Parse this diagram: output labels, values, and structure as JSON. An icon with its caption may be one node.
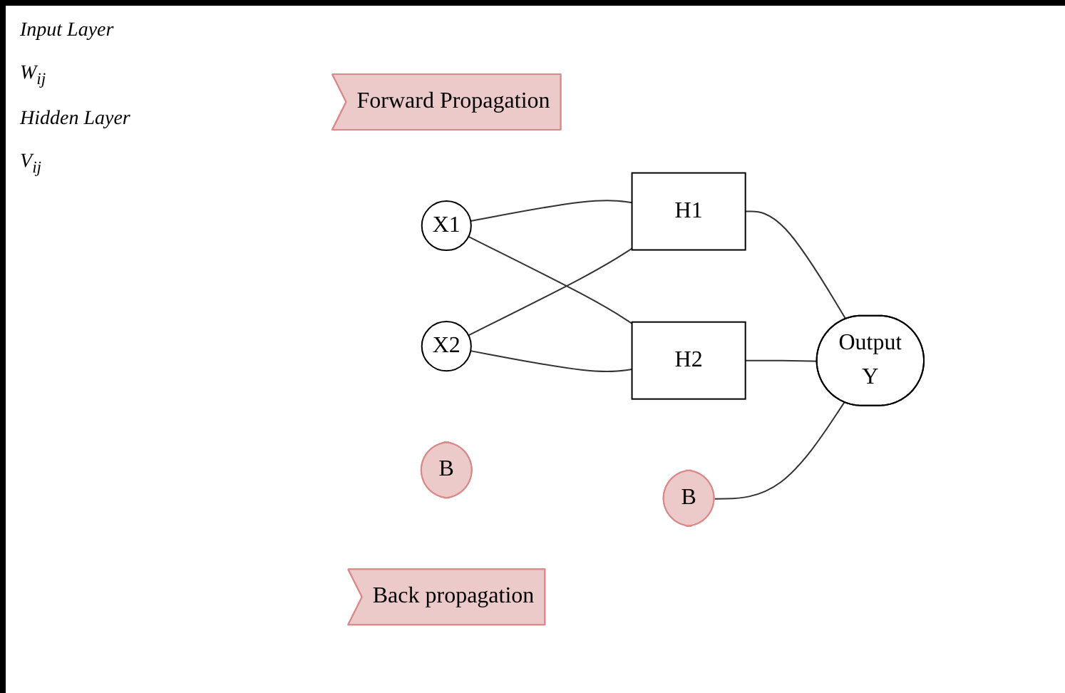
{
  "diagram": {
    "nodes": [
      {
        "text": [
          "Forward Propagation"
        ]
      },
      {
        "text": [
          "X1"
        ]
      },
      {
        "text": [
          "X2"
        ]
      },
      {
        "text": [
          "H1"
        ]
      },
      {
        "text": [
          "H2"
        ]
      },
      {
        "text": [
          "Output",
          "Y"
        ]
      },
      {
        "text": [
          "B"
        ]
      },
      {
        "text": [
          "B"
        ]
      },
      {
        "text": [
          "Back propagation"
        ]
      }
    ],
    "edges": [
      {
        "from": 1,
        "to": 3,
        "arrow": "none"
      },
      {
        "from": 1,
        "to": 4,
        "arrow": "none"
      },
      {
        "from": 2,
        "to": 3,
        "arrow": "none"
      },
      {
        "from": 2,
        "to": 4,
        "arrow": "none"
      },
      {
        "from": 3,
        "to": 5,
        "arrow": "none"
      },
      {
        "from": 4,
        "to": 5,
        "arrow": "none"
      },
      {
        "from": 7,
        "to": 5,
        "arrow": "none"
      }
    ],
    "labels": [
      "Input Layer",
      "W$_{ij}$",
      "Hidden Layer",
      "V$_{ij}$"
    ]
  }
}
